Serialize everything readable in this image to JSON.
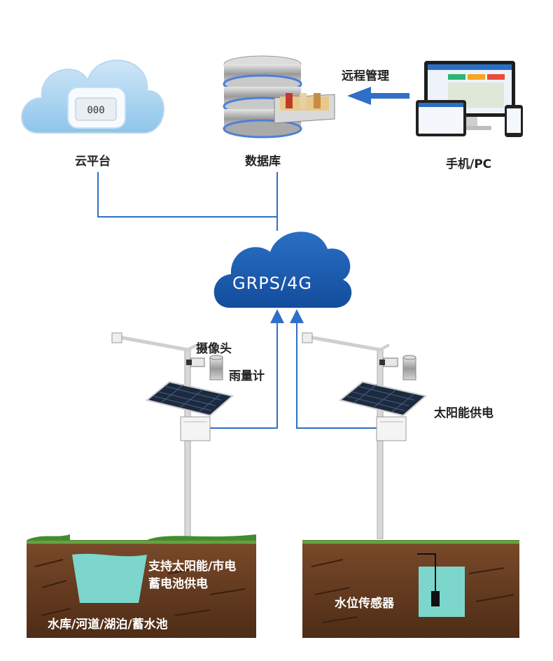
{
  "nodes": {
    "cloud_platform": "云平台",
    "database": "数据库",
    "device": "手机/PC",
    "remote": "远程管理",
    "network": "GRPS/4G"
  },
  "station_left": {
    "camera": "摄像头",
    "rain_gauge": "雨量计",
    "power_line1": "支持太阳能/市电",
    "power_line2": "蓄电池供电",
    "water_body": "水库/河道/湖泊/蓄水池"
  },
  "station_right": {
    "solar": "太阳能供电",
    "sensor": "水位传感器"
  },
  "colors": {
    "link": "#2f6fc7",
    "cloud": "#1d5fb4",
    "water": "#7dd6cc",
    "soil": "#6b3f24"
  }
}
